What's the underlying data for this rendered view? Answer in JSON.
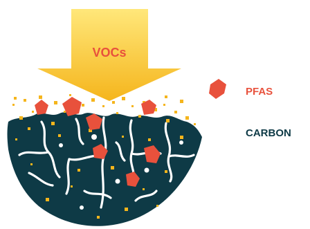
{
  "arrow": {
    "label": "VOCs",
    "label_color": "#E8513C",
    "gradient_top": "#FFE77A",
    "gradient_bottom": "#F5B51C"
  },
  "legend": {
    "pfas_label": "PFAS",
    "carbon_label": "CARBON",
    "pfas_color": "#E8513C",
    "carbon_color": "#0E3A46"
  },
  "colors": {
    "carbon": "#0E3A46",
    "pfas": "#E8513C",
    "vocs_particles": "#F5B51C"
  },
  "icons": {
    "pfas_legend_icon": "pfas-particle-icon"
  }
}
